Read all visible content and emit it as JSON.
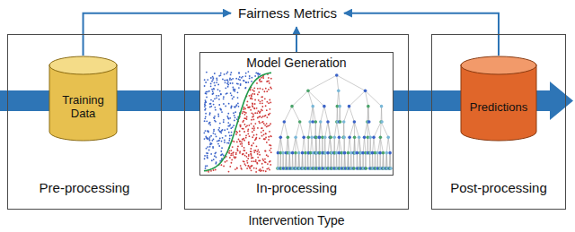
{
  "diagram": {
    "nodes": [
      {
        "text": [
          "Fairness Metrics"
        ]
      },
      {
        "text": [
          "Pre-processing"
        ]
      },
      {
        "text": [
          "Training Data"
        ],
        "in": 1
      },
      {
        "text": [
          "In-processing"
        ]
      },
      {
        "text": [
          "Model Generation"
        ],
        "in": 3
      },
      {
        "text": [
          "Post-processing"
        ]
      },
      {
        "text": [
          "Predictions"
        ],
        "in": 5
      }
    ],
    "edges": [
      {
        "from": 2,
        "to": 0,
        "arrow": "to"
      },
      {
        "from": 4,
        "to": 0,
        "arrow": "to"
      },
      {
        "from": 6,
        "to": 0,
        "arrow": "to"
      }
    ],
    "labels": [
      "Intervention Type"
    ]
  }
}
